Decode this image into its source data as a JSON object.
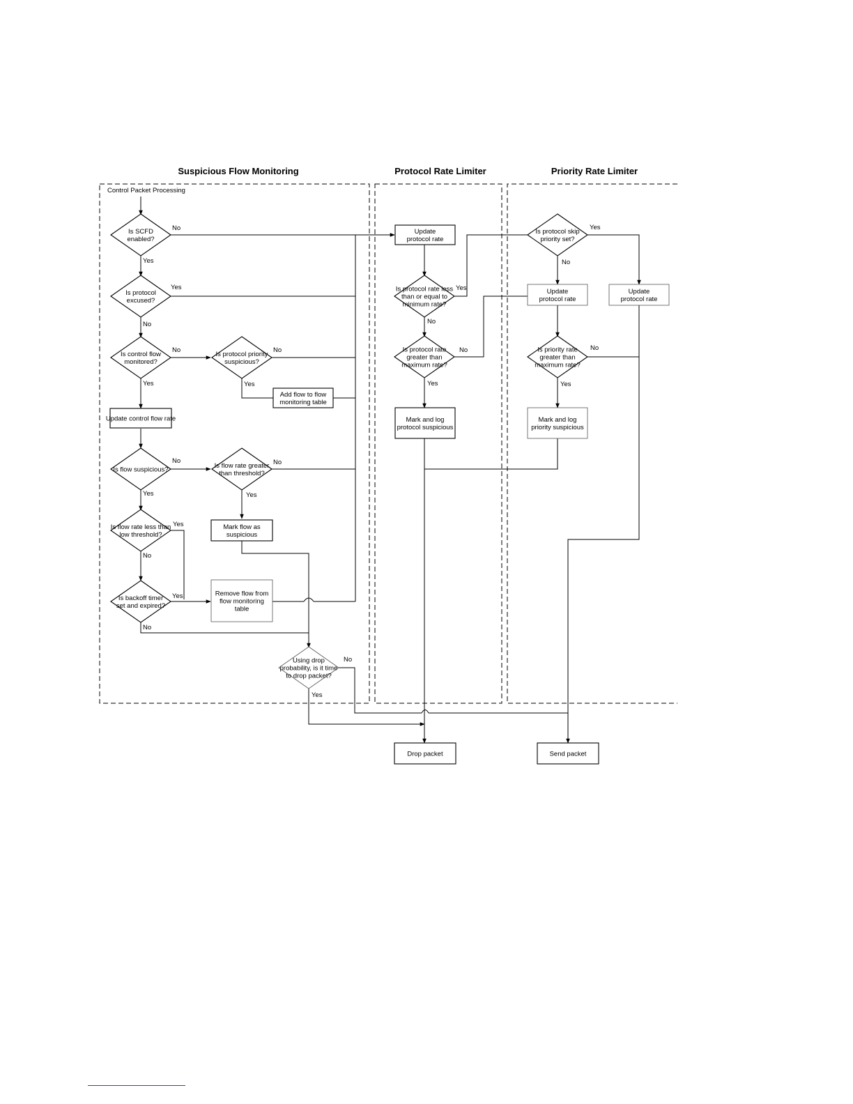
{
  "sections": [
    {
      "id": "sfm",
      "title": "Suspicious Flow Monitoring"
    },
    {
      "id": "prl",
      "title": "Protocol Rate Limiter"
    },
    {
      "id": "pri",
      "title": "Priority Rate Limiter"
    }
  ],
  "start_label": "Control Packet Processing",
  "nodes": {
    "d_scfd": {
      "shape": "diamond",
      "lines": [
        "Is SCFD",
        "enabled?"
      ]
    },
    "d_excused": {
      "shape": "diamond",
      "lines": [
        "Is protocol",
        "excused?"
      ]
    },
    "d_monitored": {
      "shape": "diamond",
      "lines": [
        "Is control flow",
        "monitored?"
      ]
    },
    "d_prio_susp": {
      "shape": "diamond",
      "lines": [
        "Is protocol priority",
        "suspicious?"
      ]
    },
    "b_add_flow": {
      "shape": "box",
      "lines": [
        "Add flow to flow",
        "monitoring table"
      ]
    },
    "b_update_cf": {
      "shape": "box",
      "lines": [
        "Update control flow rate"
      ]
    },
    "d_flow_susp": {
      "shape": "diamond",
      "lines": [
        "Is flow suspicious?"
      ]
    },
    "d_rate_gt": {
      "shape": "diamond",
      "lines": [
        "Is flow rate greater",
        "than threshold?"
      ]
    },
    "d_rate_lt": {
      "shape": "diamond",
      "lines": [
        "Is flow rate less than",
        "low threshold?"
      ]
    },
    "b_mark_flow": {
      "shape": "box",
      "lines": [
        "Mark flow as",
        "suspicious"
      ]
    },
    "d_backoff": {
      "shape": "diamond",
      "lines": [
        "Is backoff timer",
        "set and expired?"
      ]
    },
    "b_remove_flow": {
      "shape": "box",
      "lines": [
        "Remove flow from",
        "flow monitoring",
        "table"
      ]
    },
    "d_drop_prob": {
      "shape": "diamond",
      "lines": [
        "Using drop",
        "probability, is it time",
        "to drop packet?"
      ]
    },
    "b_update_proto": {
      "shape": "box",
      "lines": [
        "Update",
        "protocol rate"
      ]
    },
    "d_proto_min": {
      "shape": "diamond",
      "lines": [
        "Is protocol rate less",
        "than or equal to",
        "minimum rate?"
      ]
    },
    "d_proto_max": {
      "shape": "diamond",
      "lines": [
        "Is protocol rate",
        "greater than",
        "maximum rate?"
      ]
    },
    "b_mark_proto": {
      "shape": "box",
      "lines": [
        "Mark and log",
        "protocol suspicious"
      ]
    },
    "d_skip_prio": {
      "shape": "diamond",
      "lines": [
        "Is protocol skip",
        "priority set?"
      ]
    },
    "b_update_proto2": {
      "shape": "box",
      "lines": [
        "Update",
        "protocol rate"
      ]
    },
    "b_update_proto3": {
      "shape": "box",
      "lines": [
        "Update",
        "protocol rate"
      ]
    },
    "d_prio_max": {
      "shape": "diamond",
      "lines": [
        "Is priority rate",
        "greater than",
        "maximum rate?"
      ]
    },
    "b_mark_prio": {
      "shape": "box",
      "lines": [
        "Mark and log",
        "priority suspicious"
      ]
    },
    "b_drop": {
      "shape": "box",
      "lines": [
        "Drop packet"
      ]
    },
    "b_send": {
      "shape": "box",
      "lines": [
        "Send packet"
      ]
    }
  },
  "edge_labels": {
    "scfd_no": "No",
    "scfd_yes": "Yes",
    "excused_yes": "Yes",
    "excused_no": "No",
    "monitored_no": "No",
    "monitored_yes": "Yes",
    "prio_susp_no": "No",
    "prio_susp_yes": "Yes",
    "flow_susp_no": "No",
    "flow_susp_yes": "Yes",
    "rate_gt_no": "No",
    "rate_gt_yes": "Yes",
    "rate_lt_yes": "Yes",
    "rate_lt_no": "No",
    "backoff_yes": "Yes",
    "backoff_no": "No",
    "drop_prob_no": "No",
    "drop_prob_yes": "Yes",
    "proto_min_yes": "Yes",
    "proto_min_no": "No",
    "proto_max_no": "No",
    "proto_max_yes": "Yes",
    "skip_prio_yes": "Yes",
    "skip_prio_no": "No",
    "prio_max_no": "No",
    "prio_max_yes": "Yes"
  }
}
